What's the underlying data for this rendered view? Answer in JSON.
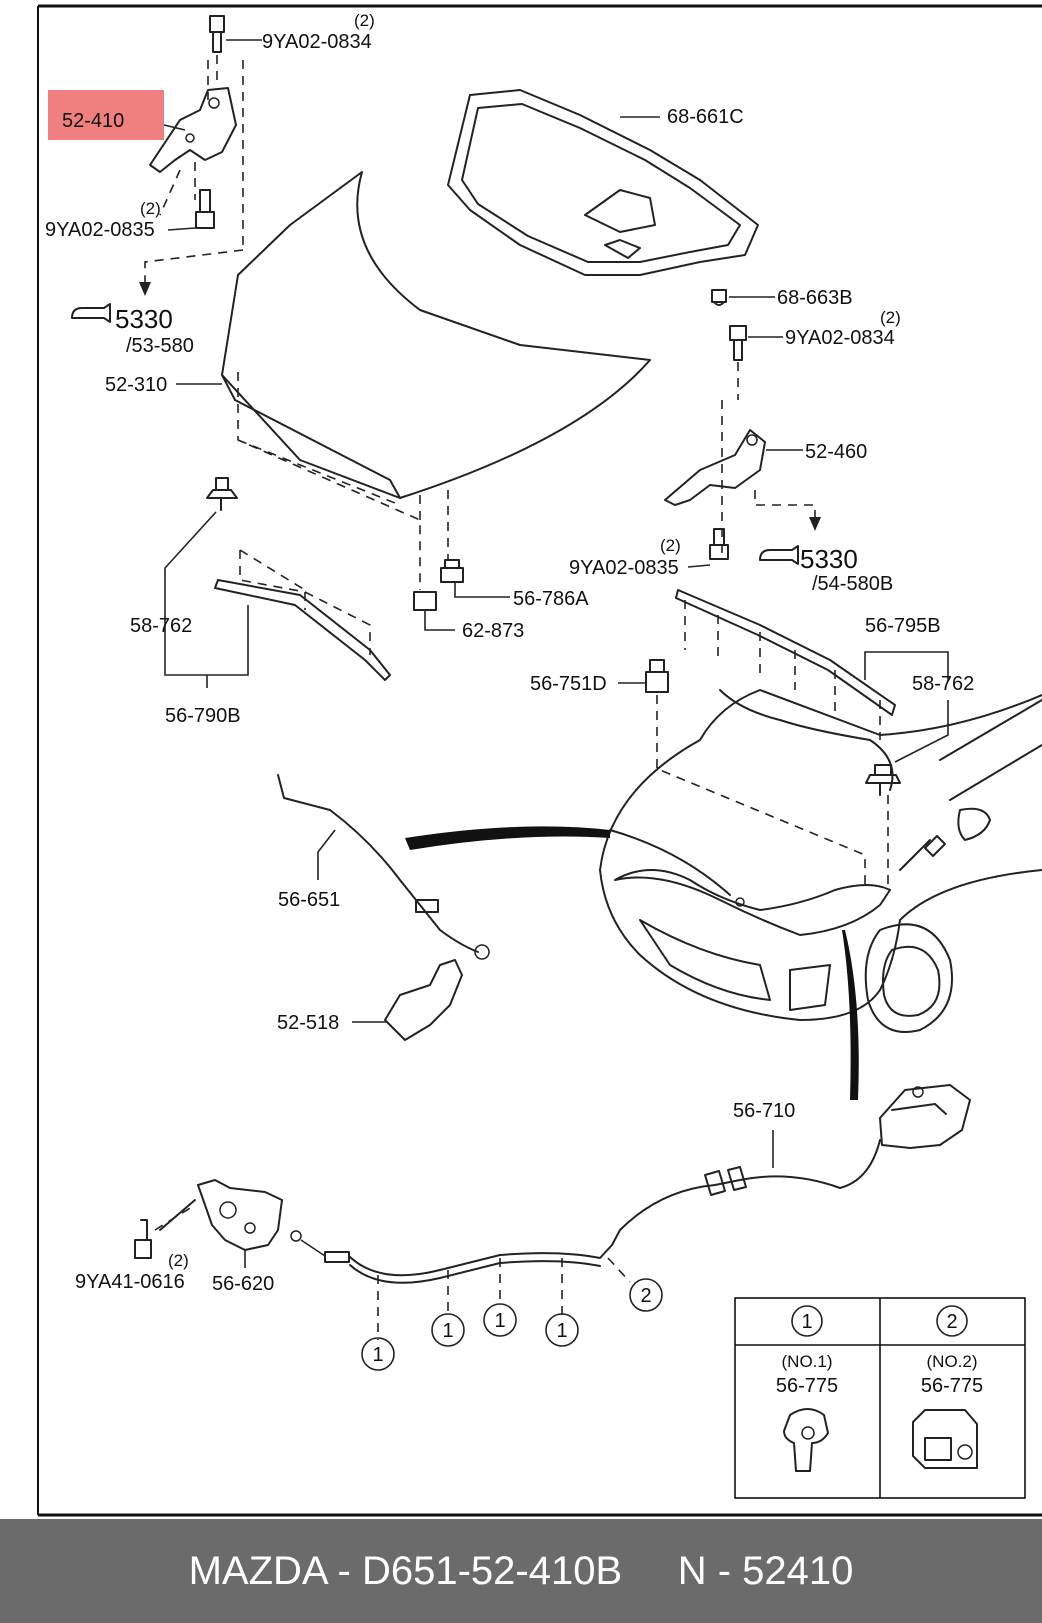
{
  "parts": {
    "p_52_410": "52-410",
    "p_9ya02_0834_top": "9YA02-0834",
    "q_9ya02_0834_top": "(2)",
    "p_9ya02_0835_left": "9YA02-0835",
    "q_9ya02_0835_left": "(2)",
    "ref_5330_left": "5330",
    "ref_53_580": "/53-580",
    "p_68_661c": "68-661C",
    "p_68_663b": "68-663B",
    "p_9ya02_0834_right": "9YA02-0834",
    "q_9ya02_0834_right": "(2)",
    "p_52_460": "52-460",
    "p_9ya02_0835_right": "9YA02-0835",
    "q_9ya02_0835_right": "(2)",
    "ref_5330_right": "5330",
    "ref_54_580b": "/54-580B",
    "p_52_310": "52-310",
    "p_58_762_left": "58-762",
    "p_56_790b": "56-790B",
    "p_56_786a": "56-786A",
    "p_62_873": "62-873",
    "p_56_795b": "56-795B",
    "p_58_762_right": "58-762",
    "p_56_751d": "56-751D",
    "p_56_651": "56-651",
    "p_52_518": "52-518",
    "p_56_710": "56-710",
    "p_9ya41_0616": "9YA41-0616",
    "q_9ya41_0616": "(2)",
    "p_56_620": "56-620"
  },
  "callouts": {
    "c1": "1",
    "c2": "2"
  },
  "legend": {
    "col1_callout": "1",
    "col1_sub": "(NO.1)",
    "col1_part": "56-775",
    "col2_callout": "2",
    "col2_sub": "(NO.2)",
    "col2_part": "56-775"
  },
  "highlight_color": "#f08080",
  "footer": {
    "text": "MAZDA - D651-52-410B     N - 52410"
  }
}
